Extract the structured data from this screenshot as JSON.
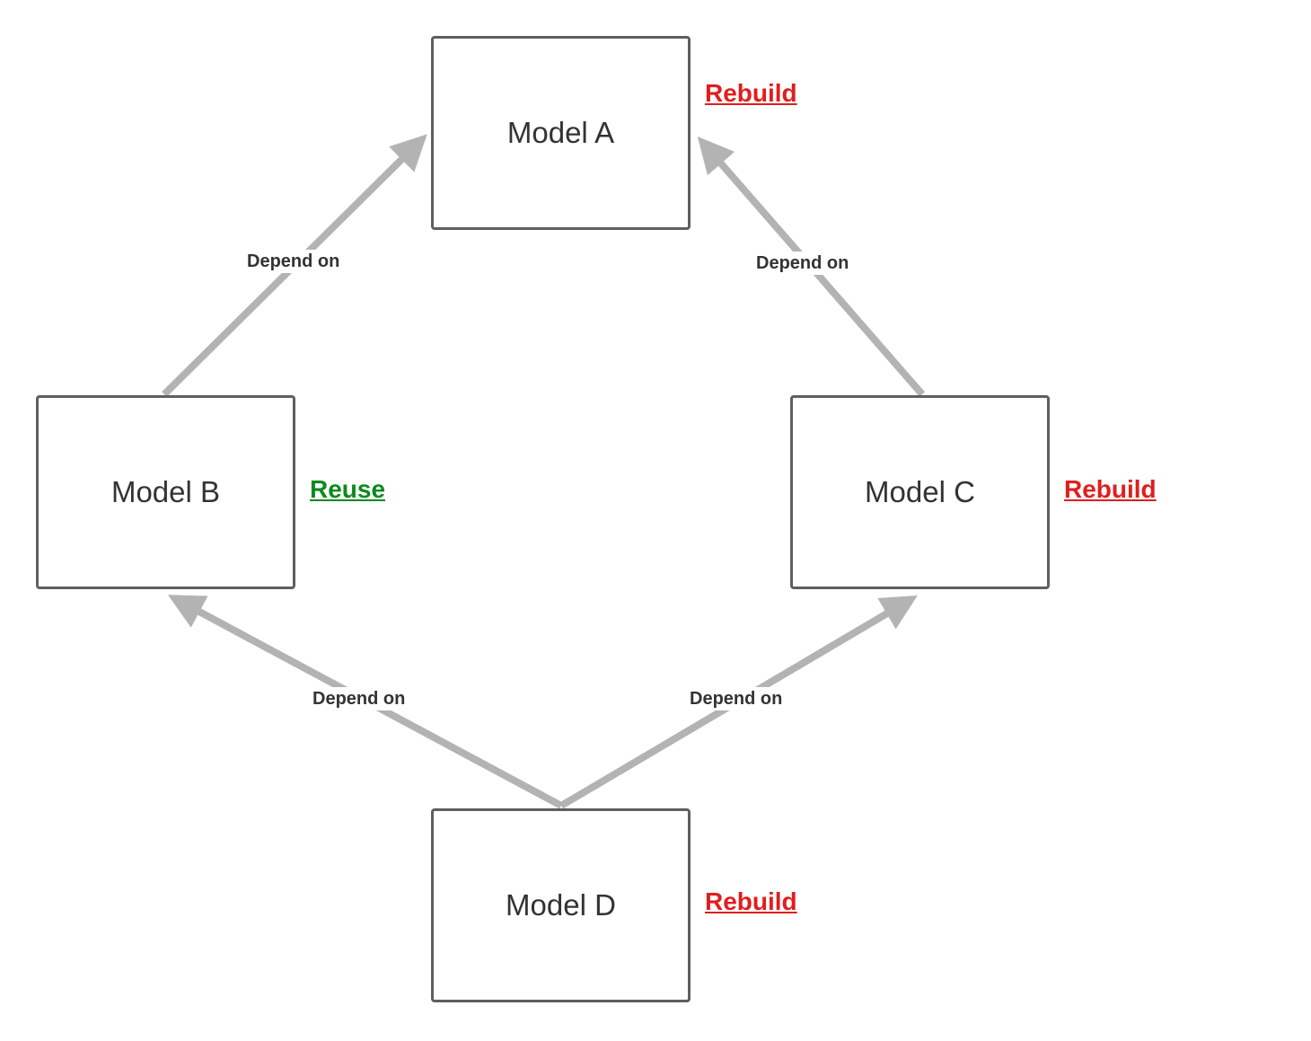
{
  "nodes": {
    "a": {
      "label": "Model A",
      "status": "Rebuild"
    },
    "b": {
      "label": "Model B",
      "status": "Reuse"
    },
    "c": {
      "label": "Model C",
      "status": "Rebuild"
    },
    "d": {
      "label": "Model D",
      "status": "Rebuild"
    }
  },
  "edges": [
    {
      "from": "Model B",
      "to": "Model A",
      "label": "Depend on"
    },
    {
      "from": "Model C",
      "to": "Model A",
      "label": "Depend on"
    },
    {
      "from": "Model D",
      "to": "Model B",
      "label": "Depend on"
    },
    {
      "from": "Model D",
      "to": "Model C",
      "label": "Depend on"
    }
  ],
  "colors": {
    "rebuild": "#e01e1e",
    "reuse": "#0a8a1e",
    "arrow": "#b3b3b3",
    "node_border": "#5f5f5f",
    "text": "#333333"
  }
}
